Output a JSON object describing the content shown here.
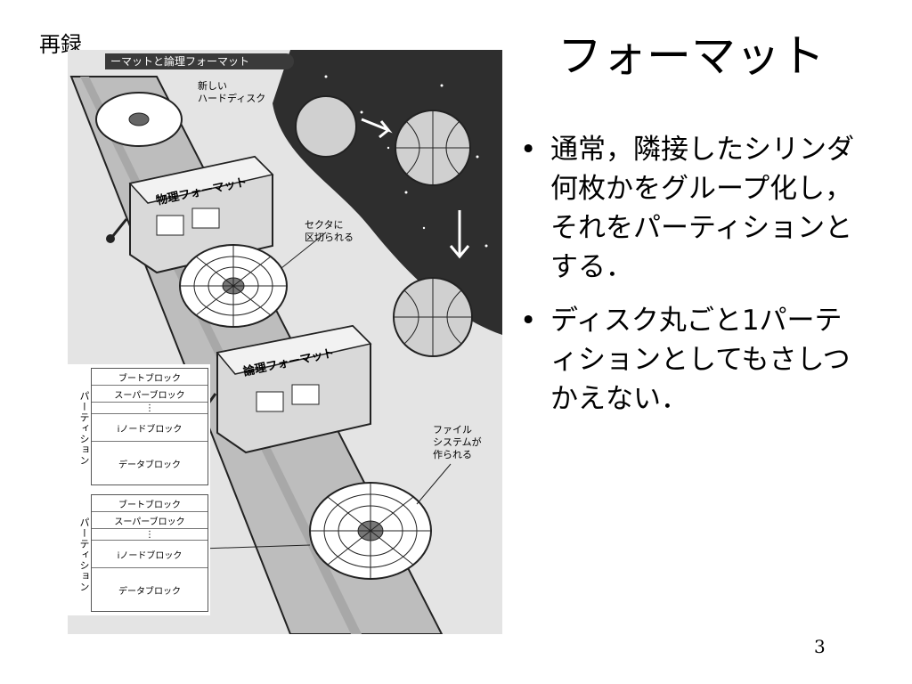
{
  "slide": {
    "title": "フォーマット",
    "reprint_label": "再録",
    "page_number": "3"
  },
  "figure": {
    "header": "ーマットと論理フォーマット",
    "new_disk_caption": "新しい\nハードディスク",
    "physical_machine_label": "物理フォーマット",
    "logical_machine_label": "論理フォーマット",
    "sector_caption": "セクタに\n区切られる",
    "fs_caption": "ファイル\nシステムが\n作られる",
    "partition_label": "パーティション",
    "partitions": [
      {
        "blocks": [
          "ブートブロック",
          "スーパーブロック",
          "⋮",
          "iノードブロック",
          "データブロック"
        ]
      },
      {
        "blocks": [
          "ブートブロック",
          "スーパーブロック",
          "⋮",
          "iノードブロック",
          "データブロック"
        ]
      }
    ]
  },
  "bullets": [
    "通常，隣接したシリンダ何枚かをグループ化し，それをパーティションとする．",
    "ディスク丸ごと1パーティションとしてもさしつかえない．"
  ]
}
